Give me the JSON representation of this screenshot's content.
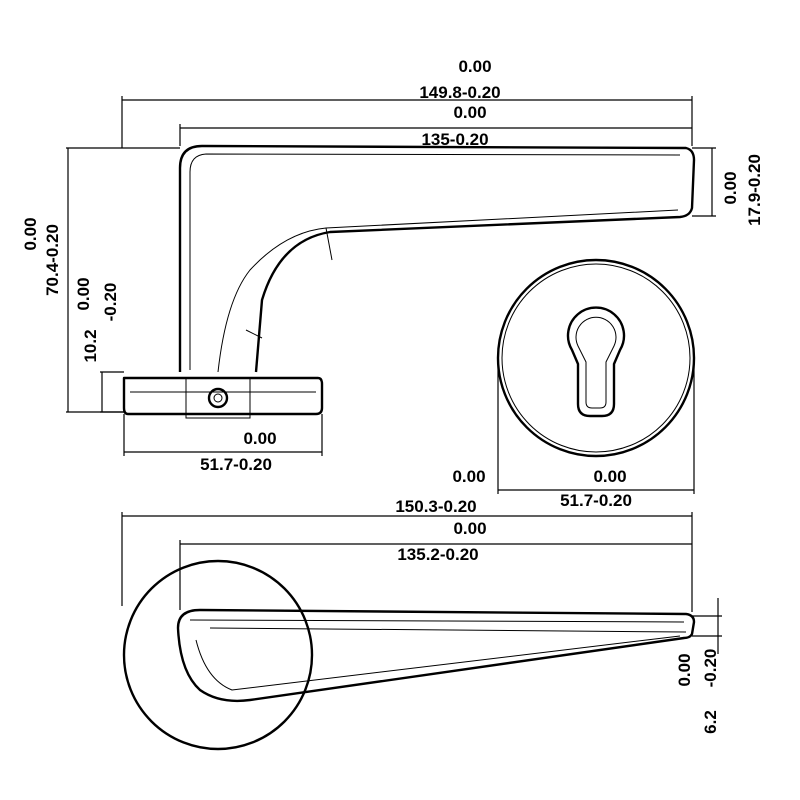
{
  "side_view": {
    "overall_length": {
      "upper": "0.00",
      "lower": "149.8-0.20"
    },
    "lever_length": {
      "upper": "0.00",
      "lower": "135-0.20"
    },
    "lever_tip_height": {
      "upper": "0.00",
      "lower": "17.9-0.20"
    },
    "total_height": {
      "upper": "0.00",
      "lower": "70.4-0.20"
    },
    "rose_height": {
      "upper": "0.00",
      "lower": "-0.20",
      "value": "10.2"
    },
    "rose_width": {
      "upper": "0.00",
      "lower": "51.7-0.20"
    }
  },
  "escutcheon_view": {
    "diameter": {
      "upper": "0.00",
      "lower": "51.7-0.20"
    },
    "extra_tolerance": "0.00"
  },
  "top_view": {
    "overall_length": {
      "upper": "",
      "lower": "150.3-0.20"
    },
    "lever_length": {
      "upper": "0.00",
      "lower": "135.2-0.20"
    },
    "lever_tip_thickness": {
      "upper": "0.00",
      "lower": "-0.20",
      "value": "6.2"
    }
  }
}
